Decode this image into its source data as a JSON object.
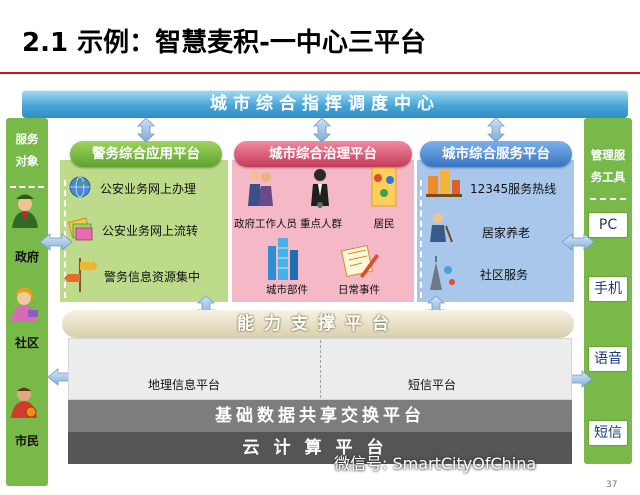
{
  "title": "2.1 示例：智慧麦积-一中心三平台",
  "center": "城市综合指挥调度中心",
  "left_side": {
    "title_line1": "服务",
    "title_line2": "对象",
    "items": [
      "政府",
      "社区",
      "市民"
    ]
  },
  "right_side": {
    "title_line1": "管理服",
    "title_line2": "务工具",
    "items": [
      "PC",
      "手机",
      "语音",
      "短信"
    ]
  },
  "platforms": {
    "police": {
      "title": "警务综合应用平台",
      "items": [
        "公安业务网上办理",
        "公安业务网上流转",
        "警务信息资源集中"
      ]
    },
    "governance": {
      "title": "城市综合治理平台",
      "items": [
        "政府工作人员",
        "重点人群",
        "居民",
        "城市部件",
        "日常事件"
      ]
    },
    "service": {
      "title": "城市综合服务平台",
      "items": [
        "12345服务热线",
        "居家养老",
        "社区服务"
      ]
    }
  },
  "capability": {
    "title": "能力支撑平台",
    "items": [
      "地理信息平台",
      "短信平台"
    ]
  },
  "data_exchange": "基础数据共享交换平台",
  "cloud": "云计算平台",
  "watermark": "微信号: SmartCityOfChina",
  "page_number": "37",
  "colors": {
    "title_rule": "#c6161c",
    "center_banner": "#4aa7d8",
    "side_bars": "#78b94a",
    "police_panel": "#bddb8a",
    "governance_panel": "#f4b8c6",
    "service_panel": "#a8c7ea",
    "arrows": "#8fb6dc"
  }
}
